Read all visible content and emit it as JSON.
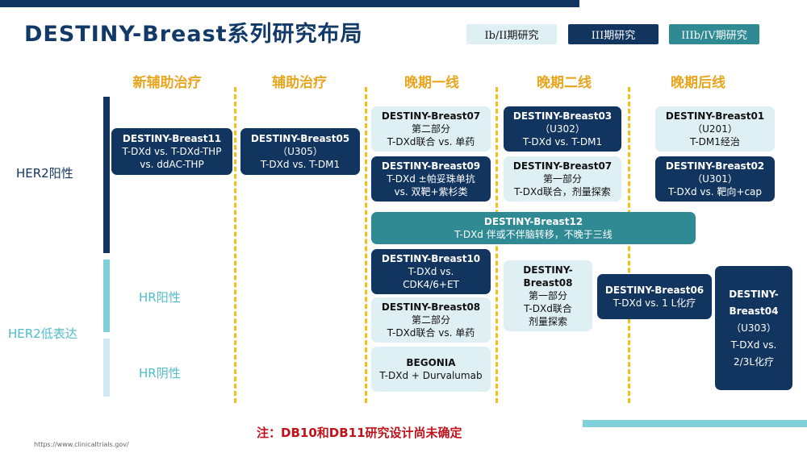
{
  "title": "DESTINY-Breast系列研究布局",
  "legend": [
    {
      "label": "Ib/II期研究",
      "bg": "#dff0f4",
      "fg": "#111111"
    },
    {
      "label": "III期研究",
      "bg": "#12355f",
      "fg": "#ffffff"
    },
    {
      "label": "IIIb/IV期研究",
      "bg": "#2f8a94",
      "fg": "#ffffff"
    }
  ],
  "columns": [
    "新辅助治疗",
    "辅助治疗",
    "晚期一线",
    "晚期二线",
    "晚期后线"
  ],
  "rows": {
    "her2_pos": "HER2阳性",
    "her2_low": "HER2低表达",
    "hr_pos": "HR阳性",
    "hr_neg": "HR阴性"
  },
  "boxes": {
    "db11": {
      "lines": [
        "DESTINY-Breast11",
        "T-DXd vs. T-DXd-THP",
        "vs. ddAC-THP"
      ]
    },
    "db05": {
      "lines": [
        "DESTINY-Breast05",
        "（U305）",
        "T-DXd vs. T-DM1"
      ]
    },
    "db07a": {
      "lines": [
        "DESTINY-Breast07",
        "第二部分",
        "T-DXd联合 vs. 单药"
      ]
    },
    "db09": {
      "lines": [
        "DESTINY-Breast09",
        "T-DXd ±帕妥珠单抗",
        "vs. 双靶+紫杉类"
      ]
    },
    "db03": {
      "lines": [
        "DESTINY-Breast03",
        "（U302）",
        "T-DXd vs. T-DM1"
      ]
    },
    "db07b": {
      "lines": [
        "DESTINY-Breast07",
        "第一部分",
        "T-DXd联合，剂量探索"
      ]
    },
    "db01": {
      "lines": [
        "DESTINY-Breast01",
        "（U201）",
        "T-DM1经治"
      ]
    },
    "db02": {
      "lines": [
        "DESTINY-Breast02",
        "（U301）",
        "T-DXd vs. 靶向+cap"
      ]
    },
    "db12": {
      "lines": [
        "DESTINY-Breast12",
        "T-DXd 伴或不伴脑转移，不晚于三线"
      ]
    },
    "db10": {
      "lines": [
        "DESTINY-Breast10",
        "T-DXd vs.",
        "CDK4/6+ET"
      ]
    },
    "db08a": {
      "lines": [
        "DESTINY-Breast08",
        "第二部分",
        "T-DXd联合 vs. 单药"
      ]
    },
    "begonia": {
      "lines": [
        "BEGONIA",
        "T-DXd + Durvalumab"
      ]
    },
    "db08b": {
      "lines": [
        "DESTINY-",
        "Breast08",
        "第一部分",
        "T-DXd联合",
        "剂量探索"
      ]
    },
    "db06": {
      "lines": [
        "DESTINY-Breast06",
        "T-DXd vs. 1 L化疗"
      ]
    },
    "db04": {
      "lines": [
        "DESTINY-",
        "Breast04",
        "（U303）",
        "T-DXd vs.",
        "2/3L化疗"
      ]
    }
  },
  "note": "注：DB10和DB11研究设计尚未确定",
  "source": "https://www.clinicaltrials.gov/"
}
